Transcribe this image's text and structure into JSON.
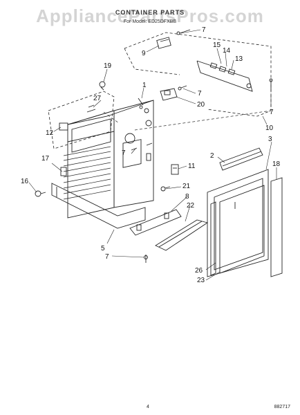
{
  "watermark": "AppliancePartsPros.com",
  "header": {
    "title": "CONTAINER PARTS",
    "subtitle": "For Model: ED25DFXBB"
  },
  "callouts": {
    "p1": "1",
    "p2": "2",
    "p3": "3",
    "p5": "5",
    "p7a": "7",
    "p7b": "7",
    "p7c": "7",
    "p7d": "7",
    "p7e": "7",
    "p8": "8",
    "p9": "9",
    "p10": "10",
    "p11": "11",
    "p12": "12",
    "p13": "13",
    "p14": "14",
    "p15": "15",
    "p16": "16",
    "p17": "17",
    "p18": "18",
    "p19": "19",
    "p20": "20",
    "p21": "21",
    "p22": "22",
    "p23": "23",
    "p26": "26",
    "p27": "27"
  },
  "footer": {
    "page": "4",
    "doc_number": "882717"
  }
}
